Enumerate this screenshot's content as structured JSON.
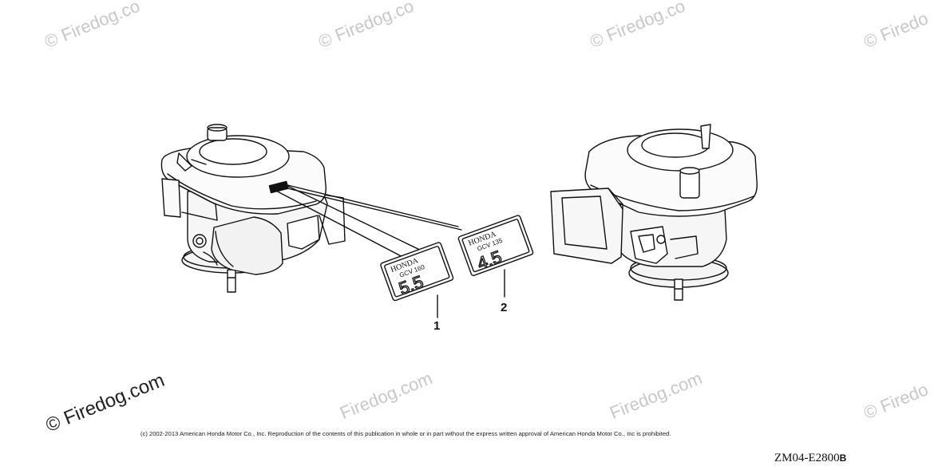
{
  "watermark": {
    "text": "© Firedog.com",
    "partial_top_1": "© Firedog.co",
    "partial_top_2": "© Firedog.co",
    "partial_top_3": "© Firedog.co",
    "partial_top_4": "© Firedo",
    "partial_bot_1": "Firedog.com",
    "partial_bot_2": "Firedog.com",
    "partial_bot_3": "© Firedo"
  },
  "labels": [
    {
      "id": "1",
      "brand": "HONDA",
      "model": "GCV 160",
      "rating": "5.5"
    },
    {
      "id": "2",
      "brand": "HONDA",
      "model": "GCV 135",
      "rating": "4.5"
    }
  ],
  "callouts": {
    "one": "1",
    "two": "2"
  },
  "footer": {
    "copyright": "(c) 2002-2013 American Honda Motor Co., Inc. Reproduction of the contents of this publication in whole or in part without the express written approval of American Honda Motor Co., Inc is prohibited.",
    "diagram_code": "ZM04-E2800",
    "diagram_code_suffix": "B"
  }
}
